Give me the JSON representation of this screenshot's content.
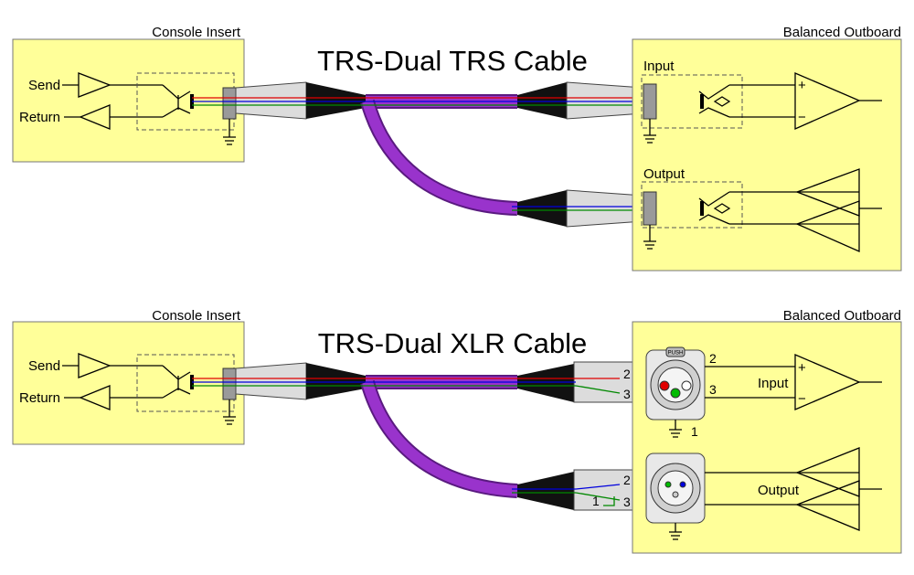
{
  "colors": {
    "box_fill": "#ffff99",
    "cable": "#9933cc",
    "cable_stroke": "#5a1a80",
    "red": "#e00000",
    "blue": "#0000dd",
    "green": "#008800",
    "xlr_pin1": "#cccccc"
  },
  "top": {
    "title": "TRS-Dual TRS Cable",
    "console_title": "Console Insert",
    "console_send": "Send",
    "console_return": "Return",
    "outboard_title": "Balanced Outboard",
    "input_label": "Input",
    "output_label": "Output",
    "plus": "+",
    "minus": "−"
  },
  "bottom": {
    "title": "TRS-Dual XLR Cable",
    "console_title": "Console Insert",
    "console_send": "Send",
    "console_return": "Return",
    "outboard_title": "Balanced Outboard",
    "input_label": "Input",
    "output_label": "Output",
    "plus": "+",
    "minus": "−",
    "pin_2_a": "2",
    "pin_3_a": "3",
    "pin_2_b": "2",
    "pin_3_b": "3",
    "pin_1_b": "1",
    "pin_wire_2": "2",
    "pin_wire_3": "3",
    "ground_pin": "1",
    "push_label": "PUSH"
  }
}
